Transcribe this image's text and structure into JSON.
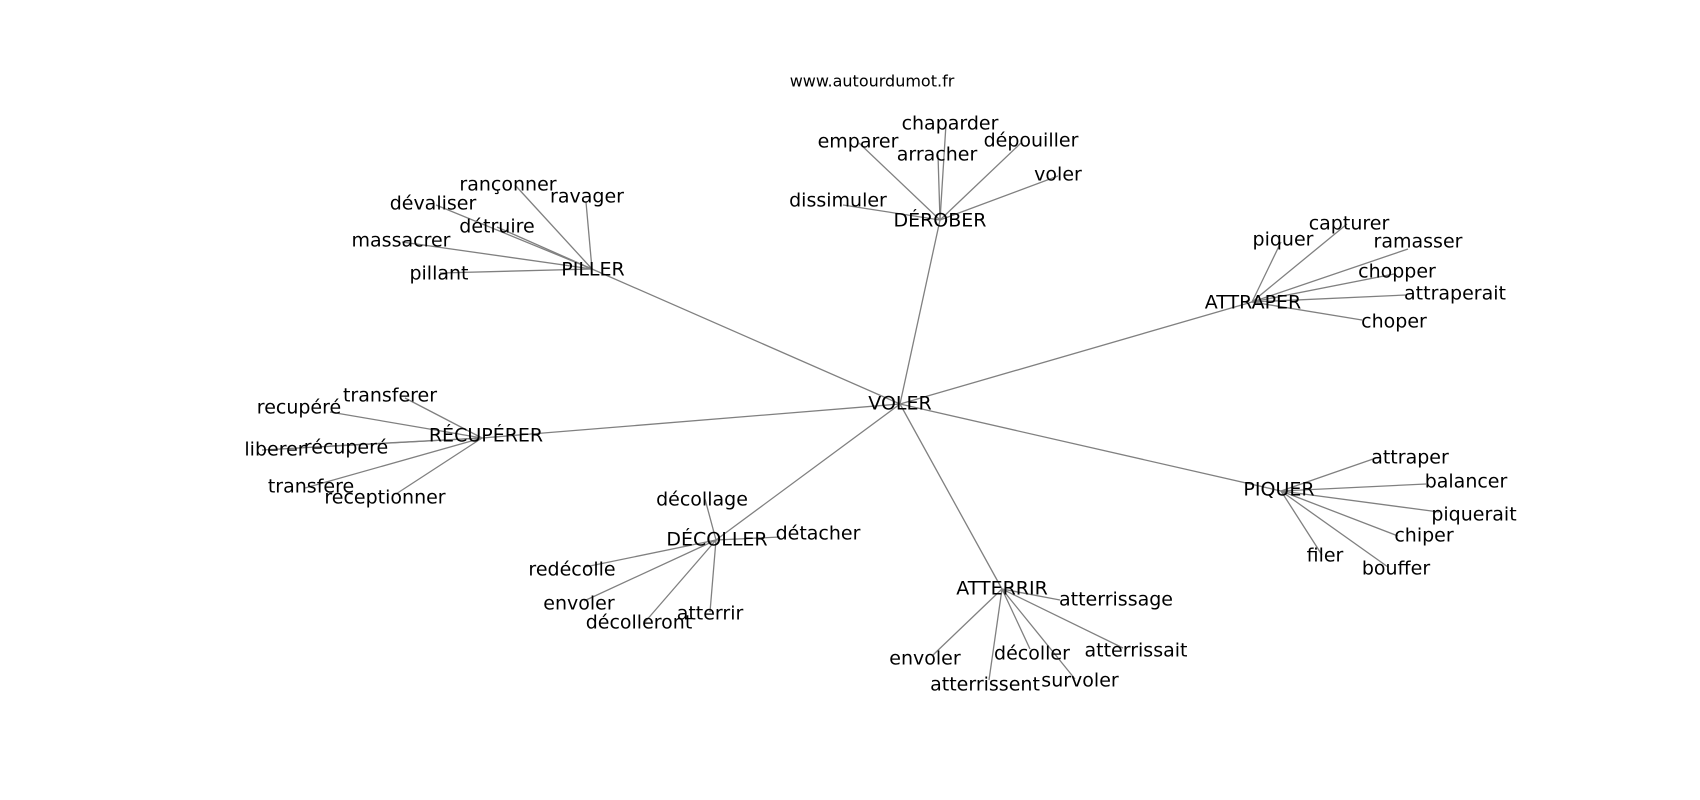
{
  "source_label": "www.autourdumot.fr",
  "root": "VOLER",
  "hubs": [
    {
      "id": "derober",
      "label": "DÉROBER",
      "words": [
        "dissimuler",
        "emparer",
        "chaparder",
        "arracher",
        "dépouiller",
        "voler"
      ]
    },
    {
      "id": "piller",
      "label": "PILLER",
      "words": [
        "rançonner",
        "ravager",
        "dévaliser",
        "détruire",
        "massacrer",
        "pillant"
      ]
    },
    {
      "id": "attraper",
      "label": "ATTRAPER",
      "words": [
        "piquer",
        "capturer",
        "ramasser",
        "chopper",
        "attraperait",
        "choper"
      ]
    },
    {
      "id": "recuperer",
      "label": "RÉCUPÉRER",
      "words": [
        "transferer",
        "recupéré",
        "liberer",
        "récuperé",
        "transfere",
        "receptionner"
      ]
    },
    {
      "id": "decoller",
      "label": "DÉCOLLER",
      "words": [
        "décollage",
        "détacher",
        "redécolle",
        "envoler",
        "décolleront",
        "atterrir"
      ]
    },
    {
      "id": "atterrir",
      "label": "ATTERRIR",
      "words": [
        "atterrissage",
        "envoler",
        "décoller",
        "atterrissait",
        "atterrissent",
        "survoler"
      ]
    },
    {
      "id": "piquer",
      "label": "PIQUER",
      "words": [
        "attraper",
        "balancer",
        "piquerait",
        "chiper",
        "filer",
        "bouffer"
      ]
    }
  ]
}
